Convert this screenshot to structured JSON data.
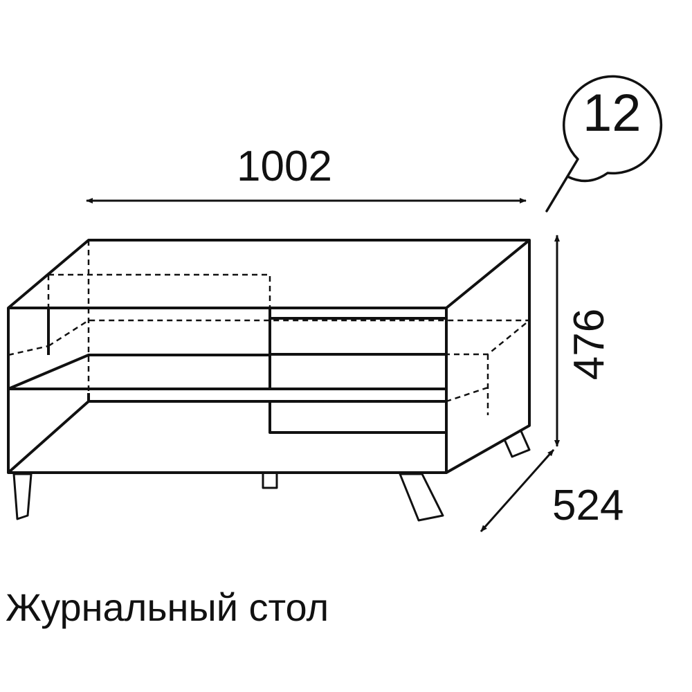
{
  "dimensions": {
    "width": "1002",
    "height": "476",
    "depth": "524"
  },
  "item_number": "12",
  "caption": "Журнальный стол"
}
